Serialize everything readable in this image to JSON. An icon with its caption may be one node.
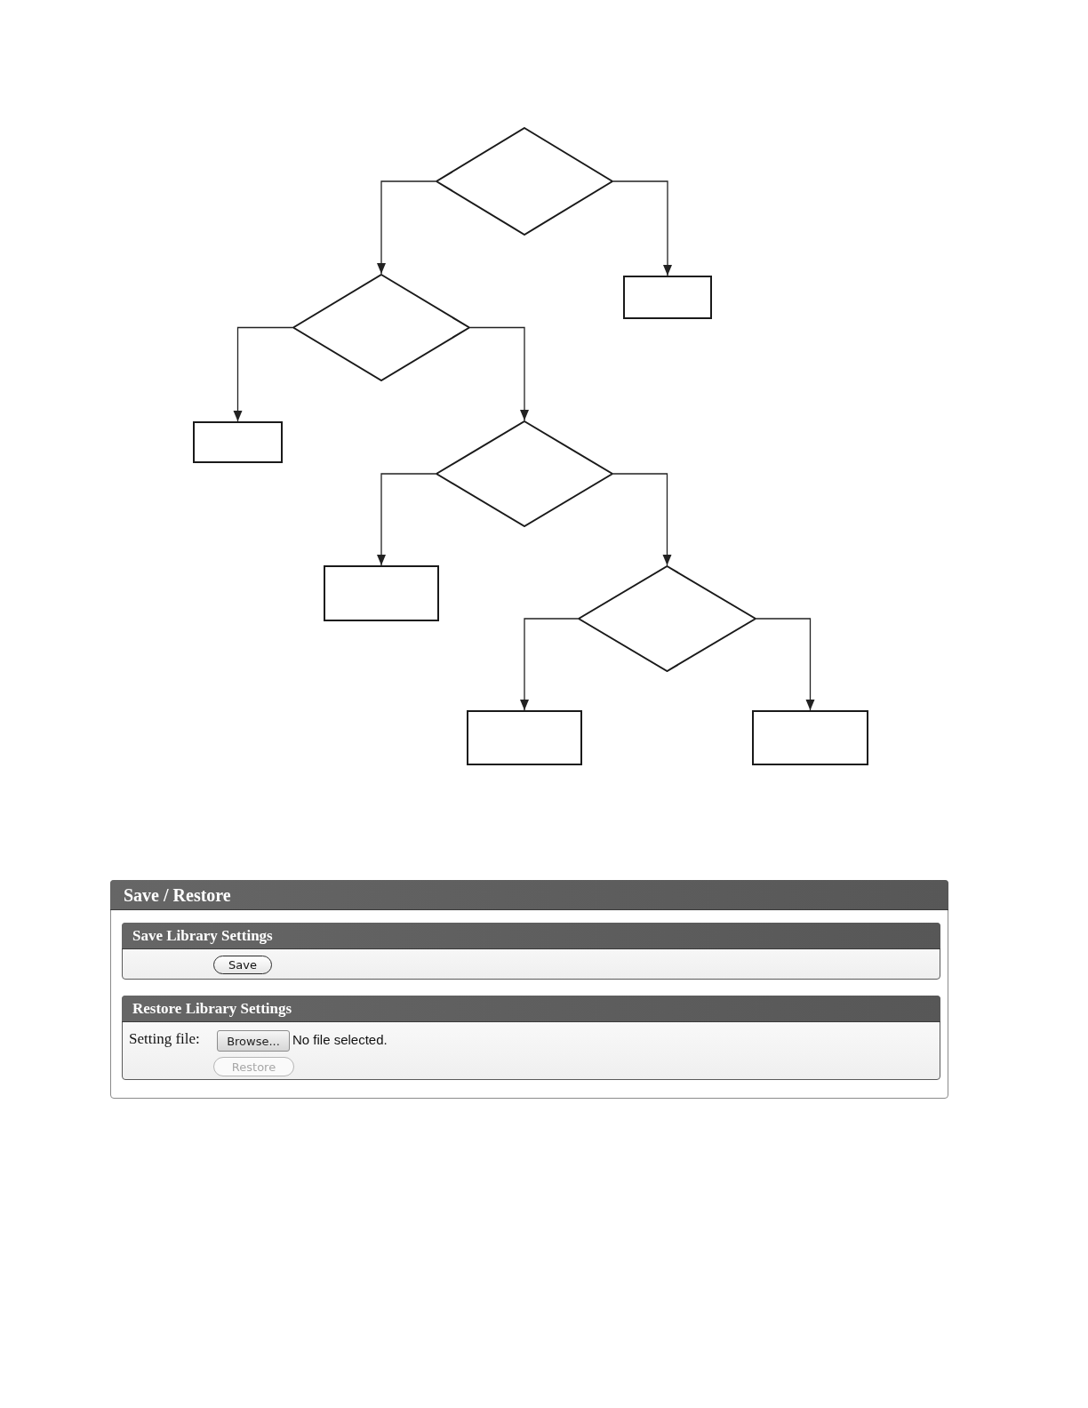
{
  "diagram": {
    "nodes": [
      {
        "text": [],
        "shape": "diamond"
      },
      {
        "text": [],
        "shape": "diamond"
      },
      {
        "text": [],
        "shape": "box"
      },
      {
        "text": [],
        "shape": "box"
      },
      {
        "text": [],
        "shape": "diamond"
      },
      {
        "text": [],
        "shape": "box"
      },
      {
        "text": [],
        "shape": "diamond"
      },
      {
        "text": [],
        "shape": "box"
      },
      {
        "text": [],
        "shape": "box"
      },
      {
        "text": [
          "Save / Restore"
        ]
      },
      {
        "text": [
          "Save Library Settings"
        ],
        "in": 9
      },
      {
        "text": [
          "Save"
        ],
        "in": 10
      },
      {
        "text": [
          "Restore Library Settings"
        ],
        "in": 9
      },
      {
        "text": [
          "Browse..."
        ],
        "in": 12
      },
      {
        "text": [
          "Restore"
        ],
        "in": 12
      }
    ],
    "edges": [
      {
        "from": 0,
        "to": 1,
        "arrow": "to"
      },
      {
        "from": 0,
        "to": 2,
        "arrow": "to"
      },
      {
        "from": 1,
        "to": 3,
        "arrow": "to"
      },
      {
        "from": 1,
        "to": 4,
        "arrow": "to"
      },
      {
        "from": 4,
        "to": 5,
        "arrow": "to"
      },
      {
        "from": 4,
        "to": 6,
        "arrow": "to"
      },
      {
        "from": 6,
        "to": 7,
        "arrow": "to"
      },
      {
        "from": 6,
        "to": 8,
        "arrow": "to"
      }
    ],
    "labels": [
      "Setting file:",
      "No file selected."
    ]
  }
}
